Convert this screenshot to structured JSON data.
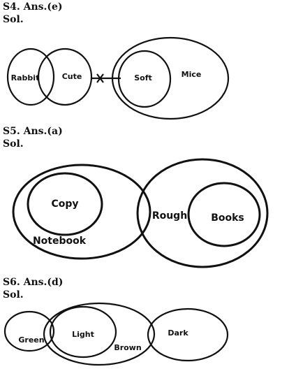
{
  "q4": {
    "answer": "S4. Ans.(e)",
    "sol": "Sol.",
    "labels": {
      "rabbit": "Rabbit",
      "cute": "Cute",
      "soft": "Soft",
      "mice": "Mice"
    }
  },
  "q5": {
    "answer": "S5. Ans.(a)",
    "sol": "Sol.",
    "labels": {
      "copy": "Copy",
      "notebook": "Notebook",
      "rough": "Rough",
      "books": "Books"
    }
  },
  "q6": {
    "answer": "S6. Ans.(d)",
    "sol": "Sol.",
    "labels": {
      "green": "Green",
      "light": "Light",
      "brown": "Brown",
      "dark": "Dark"
    }
  }
}
